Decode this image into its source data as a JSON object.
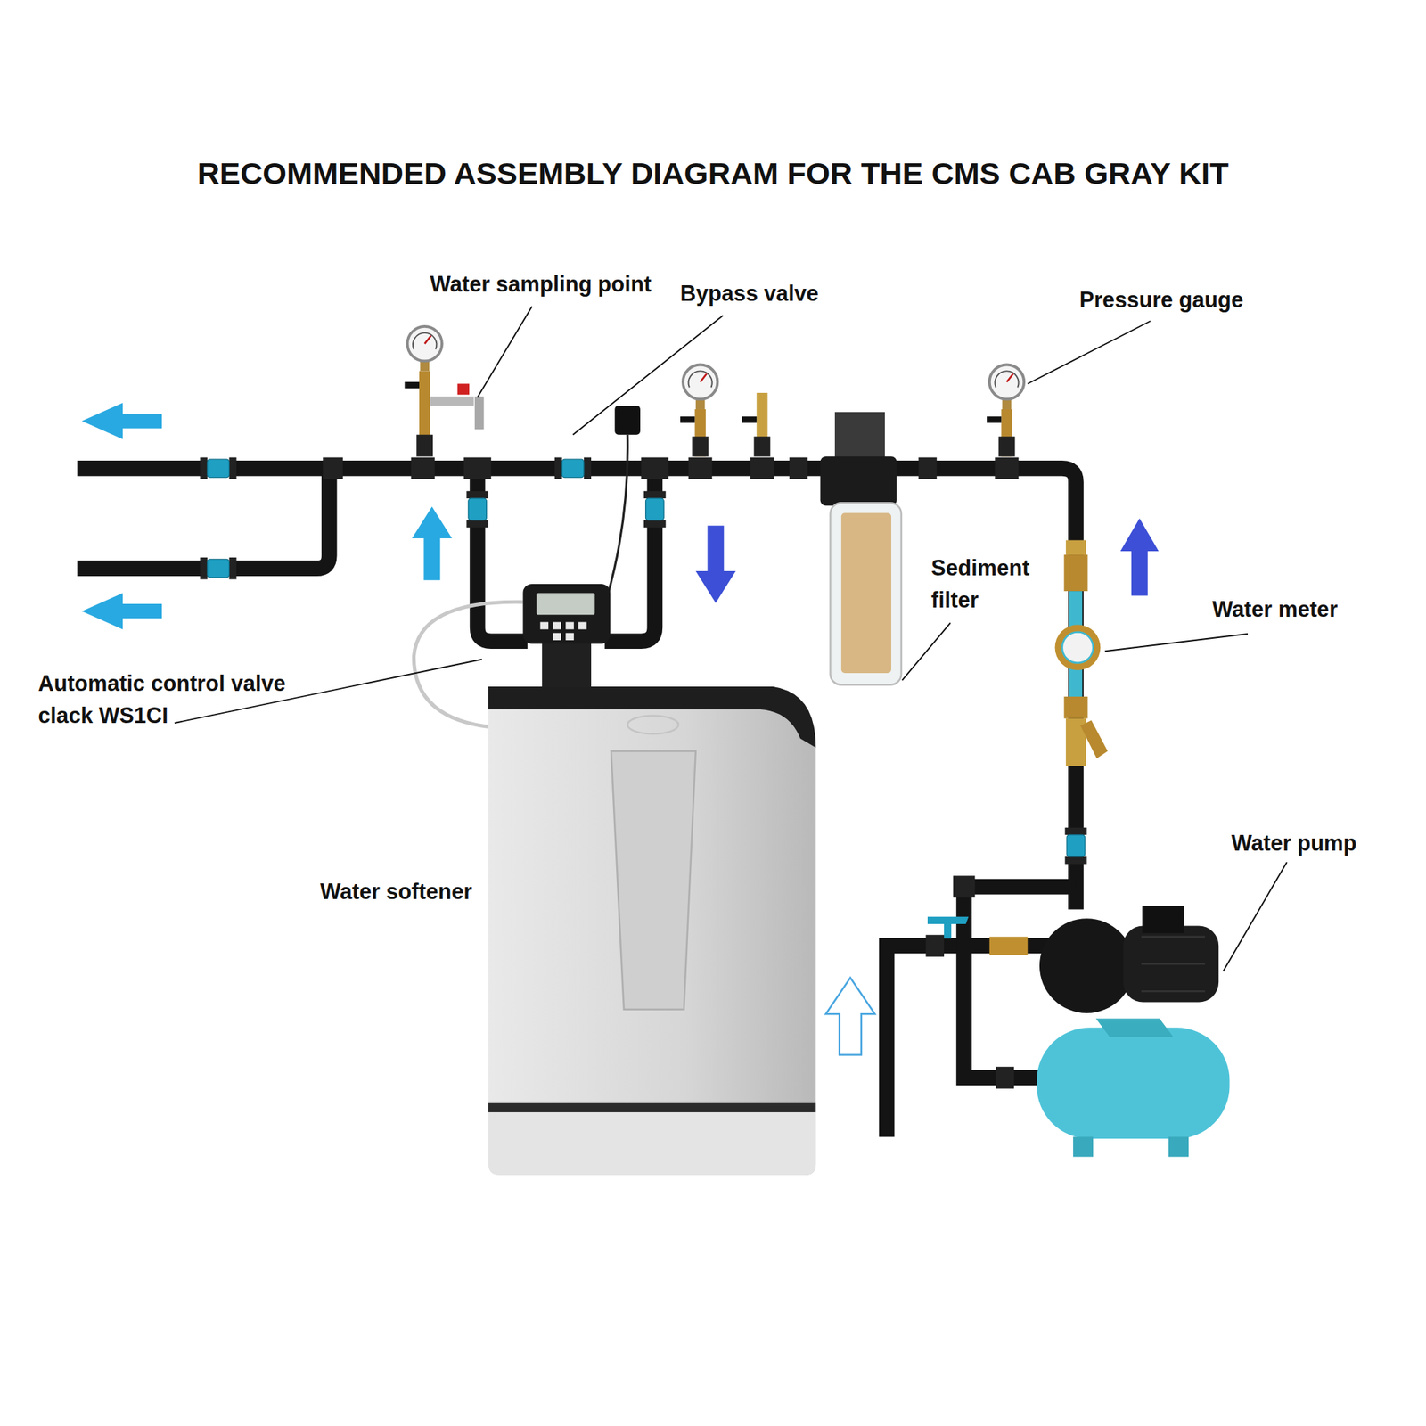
{
  "diagram": {
    "title": "RECOMMENDED ASSEMBLY DIAGRAM FOR THE CMS CAB GRAY KIT",
    "labels": [
      "Water sampling point",
      "Bypass valve",
      "Pressure gauge",
      "Sediment filter",
      "Water meter",
      "Automatic control valve clack WS1CI",
      "Water softener",
      "Water pump"
    ]
  }
}
